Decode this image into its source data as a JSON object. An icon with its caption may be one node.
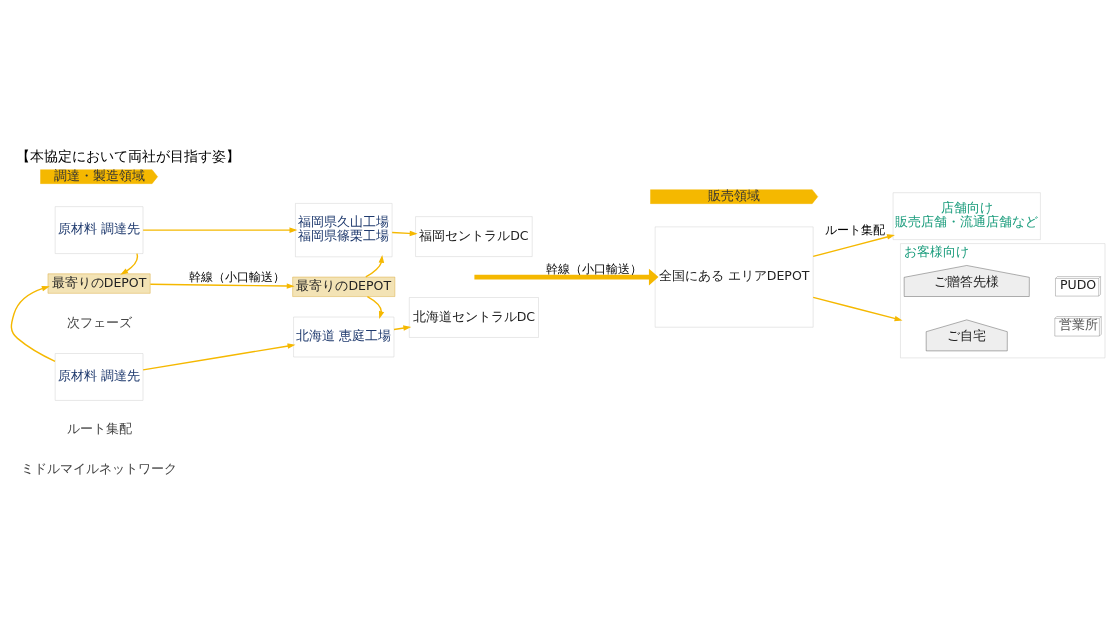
{
  "diagram": {
    "title": "【本協定において両社が目指す姿】",
    "nodes": [
      {
        "text": [
          "調達・製造領域"
        ]
      },
      {
        "text": [
          "販売領域"
        ]
      },
      {
        "text": [
          "原材料 調達先"
        ]
      },
      {
        "text": [
          "福岡県久山工場",
          "福岡県篠栗工場"
        ]
      },
      {
        "text": [
          "最寄りのDEPOT"
        ]
      },
      {
        "text": [
          "最寄りのDEPOT"
        ]
      },
      {
        "text": [
          "原材料 調達先"
        ]
      },
      {
        "text": [
          "北海道 恵庭工場"
        ]
      },
      {
        "text": [
          "福岡セントラルDC"
        ]
      },
      {
        "text": [
          "北海道セントラルDC"
        ]
      },
      {
        "text": [
          "全国にある エリアDEPOT"
        ]
      },
      {
        "text": [
          "店舗向け",
          "販売店舗・流通店舗など"
        ]
      },
      {
        "text": [
          "お客様向け"
        ]
      },
      {
        "text": [
          "ご自宅"
        ],
        "in": 12
      },
      {
        "text": [
          "ご贈答先様"
        ],
        "in": 12
      },
      {
        "text": [
          "営業所"
        ],
        "in": 12
      },
      {
        "text": [
          "PUDO"
        ],
        "in": 12
      }
    ],
    "edges": [
      {
        "from": 2,
        "to": 3,
        "arrow": "to"
      },
      {
        "from": 2,
        "to": 4,
        "arrow": "to"
      },
      {
        "from": 6,
        "to": 4,
        "arrow": "to"
      },
      {
        "from": 4,
        "to": 5,
        "label": "幹線（小口輸送）",
        "arrow": "to"
      },
      {
        "from": 5,
        "to": 3,
        "arrow": "to"
      },
      {
        "from": 5,
        "to": 7,
        "arrow": "to"
      },
      {
        "from": 6,
        "to": 7,
        "arrow": "to"
      },
      {
        "from": 3,
        "to": 8,
        "arrow": "to"
      },
      {
        "from": 7,
        "to": 9,
        "arrow": "to"
      },
      {
        "from": null,
        "to": 10,
        "label": "幹線（小口輸送）",
        "arrow": "to",
        "style": "thick"
      },
      {
        "from": 10,
        "to": 11,
        "label": "ルート集配",
        "arrow": "to"
      },
      {
        "from": 10,
        "to": 12,
        "arrow": "to"
      }
    ],
    "labels": [
      "次フェーズ",
      "ルート集配",
      "ミドルマイルネットワーク"
    ]
  }
}
